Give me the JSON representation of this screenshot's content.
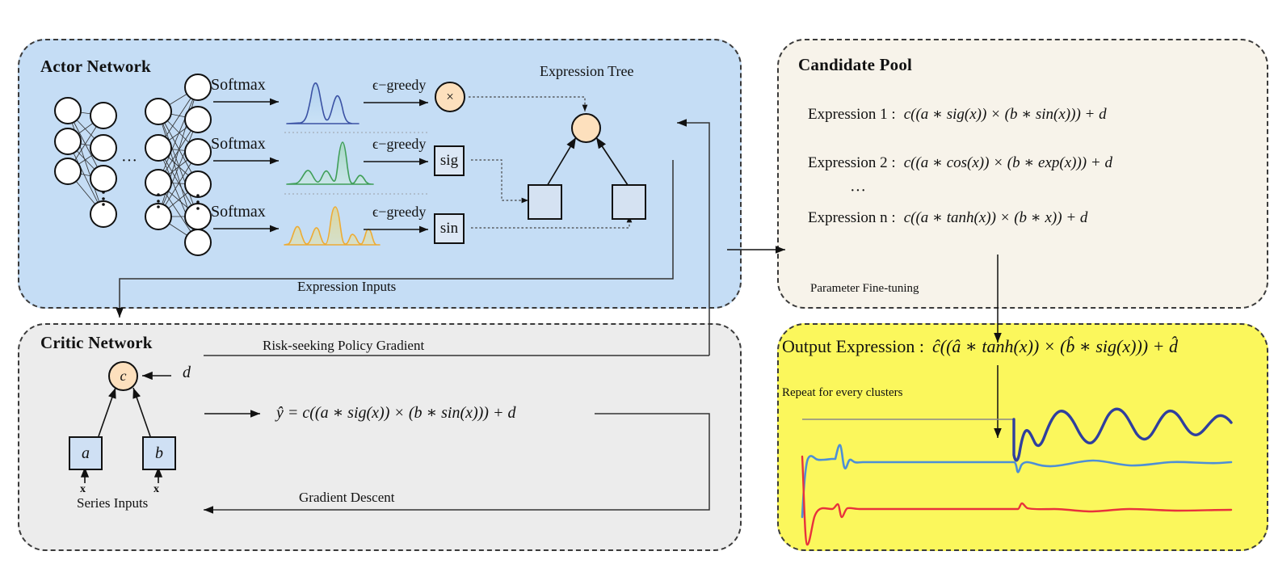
{
  "panels": {
    "actor": {
      "title": "Actor Network"
    },
    "critic": {
      "title": "Critic Network"
    },
    "pool": {
      "title": "Candidate Pool"
    },
    "output": {
      "title": "Output Expression :"
    }
  },
  "actor": {
    "softmax_labels": [
      "Softmax",
      "Softmax",
      "Softmax"
    ],
    "greedy_labels": [
      "ϵ−greedy",
      "ϵ−greedy",
      "ϵ−greedy"
    ],
    "tree_title": "Expression Tree",
    "operator_node": "×",
    "token_boxes": [
      "sig",
      "sin"
    ],
    "feedback_label": "Expression Inputs",
    "ellipsis": "···",
    "dist_colors": [
      "#3b52a4",
      "#3f9e58",
      "#edab34"
    ]
  },
  "critic": {
    "root_node": "c",
    "bias_node": "d",
    "leaf_boxes": [
      "a",
      "b"
    ],
    "input_labels": [
      "x",
      "x"
    ],
    "series_label": "Series Inputs",
    "equation": "ŷ = c((a ∗ sig(x)) × (b ∗ sin(x))) + d",
    "top_arrow_label": "Risk-seeking Policy Gradient",
    "bottom_arrow_label": "Gradient Descent"
  },
  "pool": {
    "expressions": [
      {
        "name": "Expression 1 :",
        "body": "c((a ∗ sig(x)) × (b ∗ sin(x))) + d"
      },
      {
        "name": "Expression 2 :",
        "body": "c((a ∗ cos(x)) × (b ∗ exp(x))) + d"
      },
      {
        "name": "Expression n :",
        "body": "c((a ∗ tanh(x)) × (b ∗ x)) + d"
      }
    ],
    "ellipsis": "···",
    "finetune_label": "Parameter Fine-tuning"
  },
  "output": {
    "expression": "ĉ((â ∗ tanh(x)) × (b̂ ∗ sig(x))) + d̂",
    "repeat_label": "Repeat for every clusters",
    "series_colors": [
      "#2f3f9e",
      "#4d8fd6",
      "#e8323c",
      "#8a8a8a"
    ]
  },
  "colors": {
    "actor_bg": "#c5ddf5",
    "critic_bg": "#ececec",
    "pool_bg": "#f7f3ea",
    "output_bg": "#fbf75c",
    "node_fill": "#fde0bd",
    "box_fill": "#d5e2f2",
    "stroke": "#111111"
  }
}
